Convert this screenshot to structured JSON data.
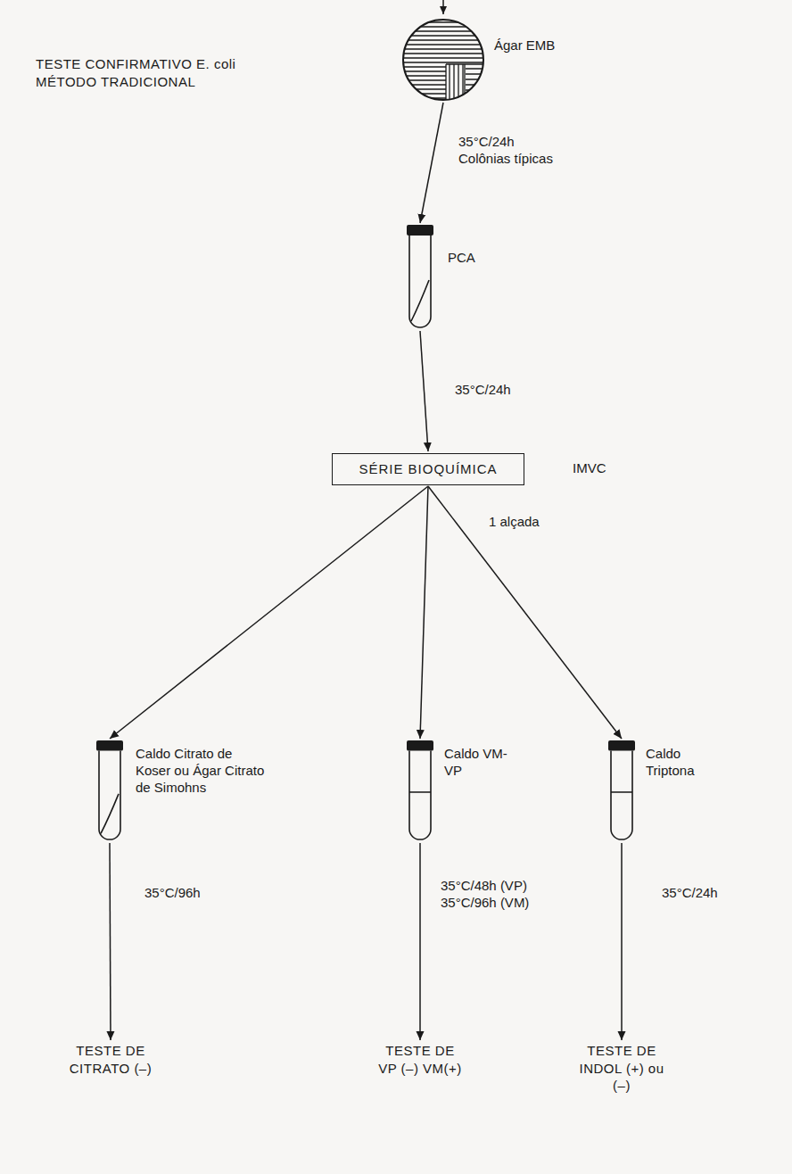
{
  "diagram": {
    "title": "TESTE CONFIRMATIVO E. coli MÉTODO TRADICIONAL",
    "nodes": [
      {
        "text": [
          "Ágar EMB"
        ]
      },
      {
        "text": [
          "PCA"
        ]
      },
      {
        "text": [
          "SÉRIE BIOQUÍMICA"
        ]
      },
      {
        "text": [
          "Caldo Citrato de Koser ou Ágar Citrato de Simohns"
        ]
      },
      {
        "text": [
          "Caldo VM-VP"
        ]
      },
      {
        "text": [
          "Caldo Triptona"
        ]
      },
      {
        "text": [
          "TESTE DE CITRATO (–)"
        ]
      },
      {
        "text": [
          "TESTE DE VP (–) VM(+)"
        ]
      },
      {
        "text": [
          "TESTE DE INDOL (+) ou (–)"
        ]
      }
    ],
    "edges": [
      {
        "from": 0,
        "to": 1,
        "arrow": "to",
        "label": "35°C/24h Colônias típicas"
      },
      {
        "from": 1,
        "to": 2,
        "arrow": "to",
        "label": "35°C/24h"
      },
      {
        "from": 2,
        "to": 3,
        "arrow": "to"
      },
      {
        "from": 2,
        "to": 4,
        "arrow": "to"
      },
      {
        "from": 2,
        "to": 5,
        "arrow": "to"
      },
      {
        "from": 3,
        "to": 6,
        "arrow": "to",
        "label": "35°C/96h"
      },
      {
        "from": 4,
        "to": 7,
        "arrow": "to",
        "label": "35°C/48h (VP) 35°C/96h (VM)"
      },
      {
        "from": 5,
        "to": 8,
        "arrow": "to",
        "label": "35°C/24h"
      }
    ],
    "labels": [
      "IMVC",
      "1 alçada"
    ]
  }
}
